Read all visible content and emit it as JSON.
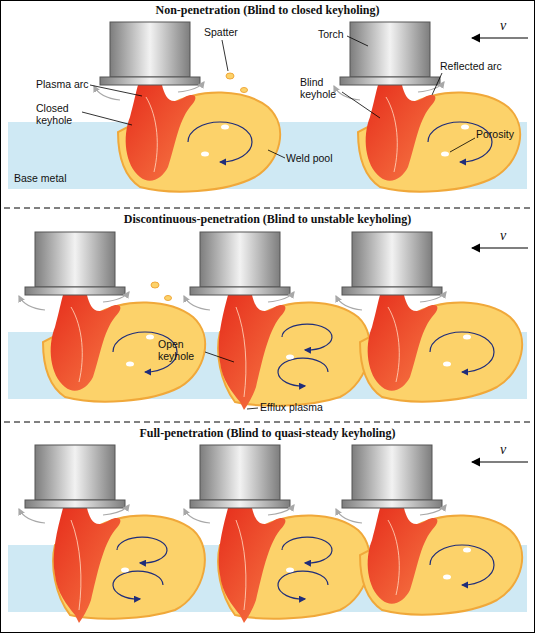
{
  "diagram": {
    "labels": [
      "Non-penetration (Blind to closed keyholing)",
      "Spatter",
      "Torch",
      "v",
      "Plasma arc",
      "Closed keyhole",
      "Blind keyhole",
      "Reflected arc",
      "Weld pool",
      "Porosity",
      "Base metal",
      "Discontinuous-penetration (Blind to unstable keyholing)",
      "v",
      "Open keyhole",
      "Efflux plasma",
      "Full-penetration (Blind to quasi-steady keyholing)",
      "v"
    ]
  }
}
